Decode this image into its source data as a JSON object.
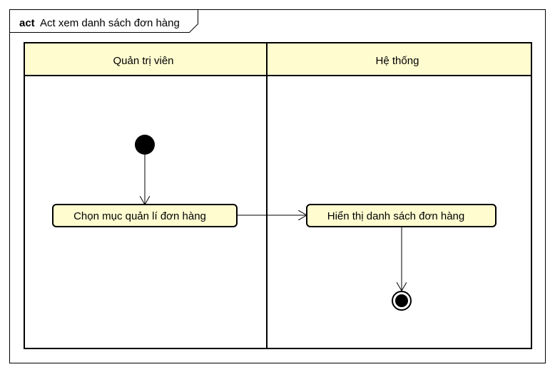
{
  "frame": {
    "keyword": "act",
    "name": "Act xem danh sách đơn hàng"
  },
  "lanes": [
    {
      "label": "Quản trị viên"
    },
    {
      "label": "Hệ thống"
    }
  ],
  "actions": [
    {
      "label": "Chọn mục quản lí đơn hàng"
    },
    {
      "label": "Hiển thị danh sách đơn hàng"
    }
  ],
  "nodes": {
    "initial": "initial-node",
    "final": "final-node"
  },
  "colors": {
    "lane_header": "#fffdd0",
    "action_fill": "#fffdd0",
    "stroke": "#000000"
  }
}
